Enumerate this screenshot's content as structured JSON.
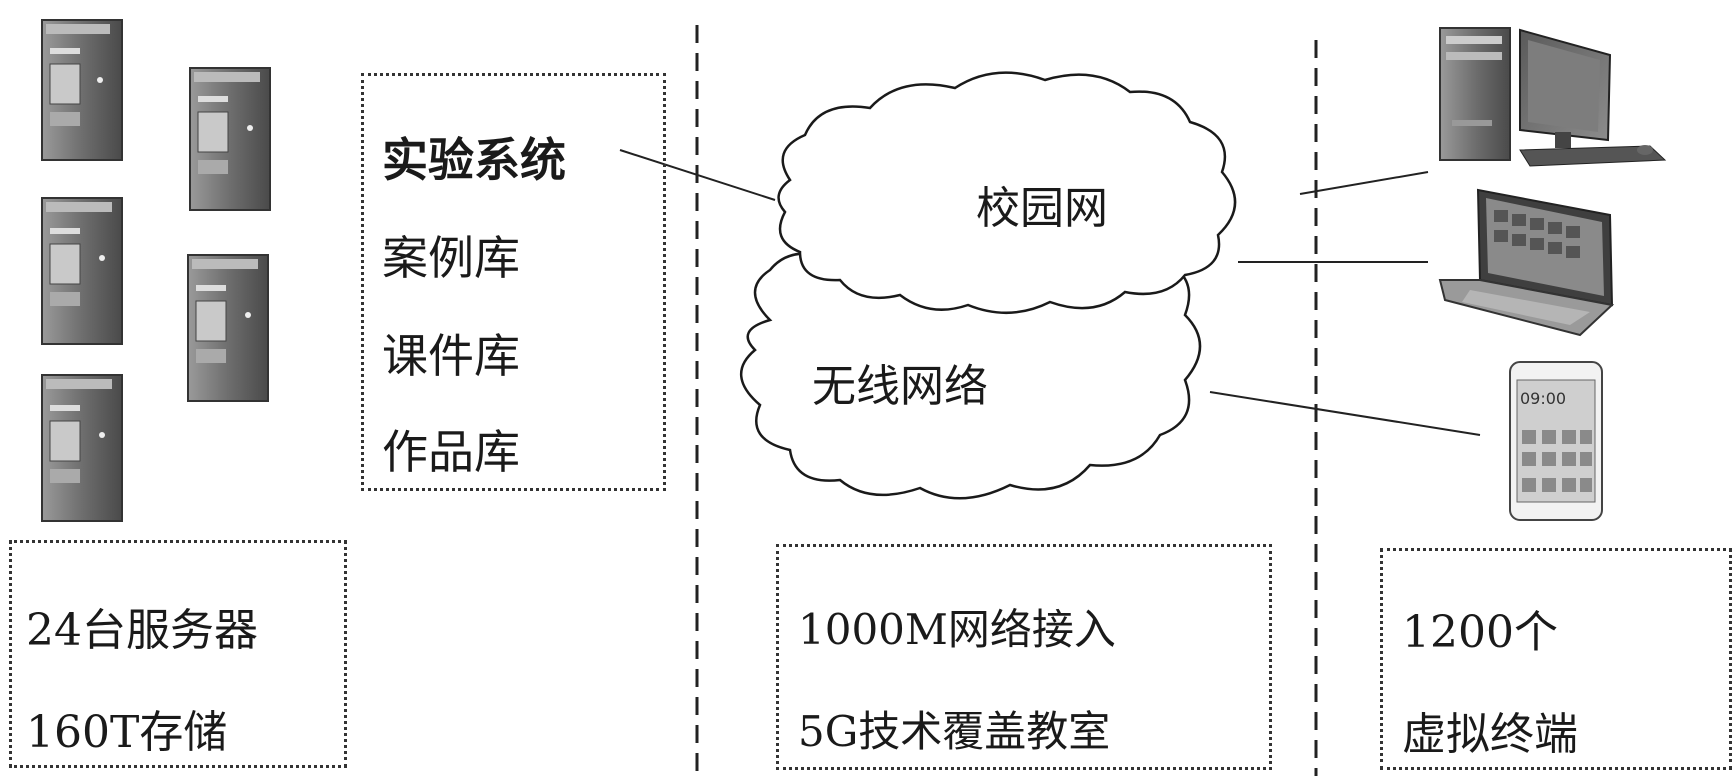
{
  "resources": {
    "items": [
      "实验系统",
      "案例库",
      "课件库",
      "作品库"
    ]
  },
  "servers": {
    "line1": "24台服务器",
    "line2": "160T存储"
  },
  "network": {
    "campus_cloud": "校园网",
    "wireless_cloud": "无线网络",
    "line1": "1000M网络接入",
    "line2": "5G技术覆盖教室"
  },
  "terminals": {
    "line1": "1200个",
    "line2": "虚拟终端",
    "phone_time": "09:00"
  }
}
